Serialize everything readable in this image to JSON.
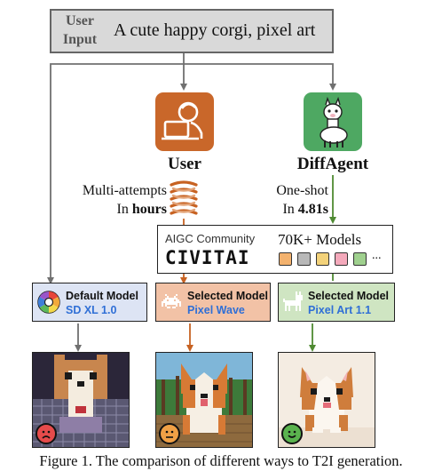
{
  "user_input": {
    "label_line1": "User",
    "label_line2": "Input",
    "prompt": "A cute happy corgi, pixel art"
  },
  "user_column": {
    "title": "User",
    "note_line1": "Multi-attempts",
    "note_line2_prefix": "In ",
    "note_line2_bold": "hours"
  },
  "agent_column": {
    "title": "DiffAgent",
    "note_line1": "One-shot",
    "note_line2_prefix": "In ",
    "note_line2_bold": "4.81s"
  },
  "community": {
    "label": "AIGC Community",
    "brand": "CIVITAI",
    "models_count": "70K+ Models",
    "ellipsis": "...",
    "swatch_colors": [
      "#f3b26e",
      "#b8b8b8",
      "#f3d27a",
      "#f4a9bb",
      "#9fd08e"
    ]
  },
  "models": [
    {
      "title": "Default Model",
      "name": "SD XL 1.0",
      "bg": "#dde4f4",
      "border": "#222"
    },
    {
      "title": "Selected Model",
      "name": "Pixel Wave",
      "bg": "#f2c2a6",
      "border": "#222"
    },
    {
      "title": "Selected Model",
      "name": "Pixel Art 1.1",
      "bg": "#cfe5c2",
      "border": "#222"
    }
  ],
  "outcomes": [
    "sad-face",
    "neutral-face",
    "happy-face"
  ],
  "caption": "Figure 1. The comparison of different ways to T2I generation.",
  "colors": {
    "user_arrow": "#c76222",
    "agent_arrow": "#4f8a32",
    "neutral_arrow": "#707070",
    "user_icon": "#c9672a",
    "agent_icon": "#4ea862"
  }
}
